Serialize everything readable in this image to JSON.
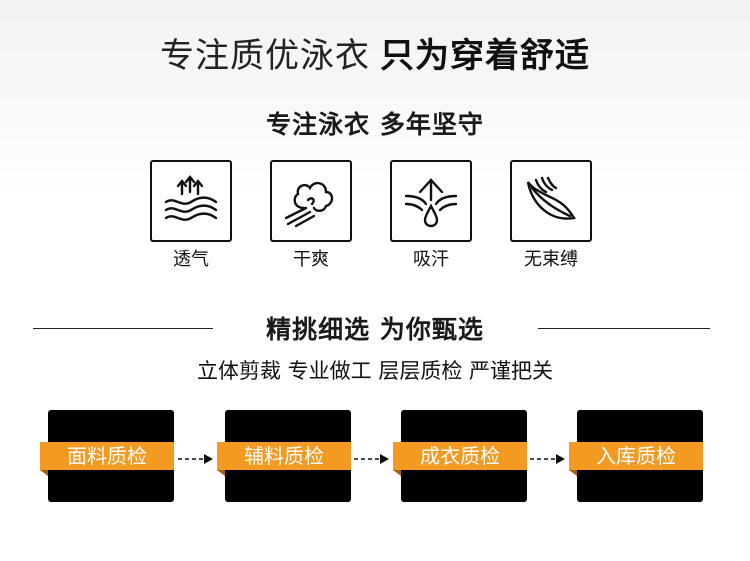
{
  "headline": {
    "light": "专注质优泳衣",
    "bold": "只为穿着舒适"
  },
  "section1": {
    "title": "专注泳衣 多年坚守"
  },
  "features": [
    {
      "label": "透气",
      "icon": "breathable-icon"
    },
    {
      "label": "干爽",
      "icon": "dry-icon"
    },
    {
      "label": "吸汗",
      "icon": "sweat-absorb-icon"
    },
    {
      "label": "无束缚",
      "icon": "unrestrained-icon"
    }
  ],
  "section2": {
    "title": "精挑细选 为你甄选",
    "subtitle": "立体剪裁 专业做工 层层质检 严谨把关"
  },
  "steps": [
    {
      "label": "面料质检"
    },
    {
      "label": "辅料质检"
    },
    {
      "label": "成衣质检"
    },
    {
      "label": "入库质检"
    }
  ],
  "colors": {
    "accent": "#f39a22",
    "dark": "#000000",
    "text": "#1a1a1a"
  }
}
